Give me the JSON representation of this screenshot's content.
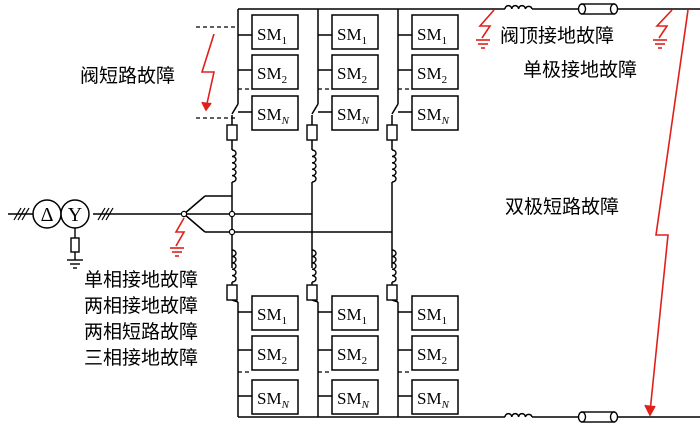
{
  "diagram": {
    "labels": {
      "valve_short": "阀短路故障",
      "valve_top_ground": "阀顶接地故障",
      "single_pole_ground": "单极接地故障",
      "bipolar_short": "双极短路故障",
      "single_phase_ground": "单相接地故障",
      "two_phase_ground": "两相接地故障",
      "two_phase_short": "两相短路故障",
      "three_phase_ground": "三相接地故障"
    },
    "submodule": {
      "prefix": "SM",
      "sub_1": "1",
      "sub_2": "2",
      "sub_n": "N"
    },
    "transformer": {
      "primary_symbol": "Δ",
      "secondary_symbol": "Y"
    },
    "colors": {
      "line": "#000000",
      "fault": "#e0201b"
    }
  }
}
